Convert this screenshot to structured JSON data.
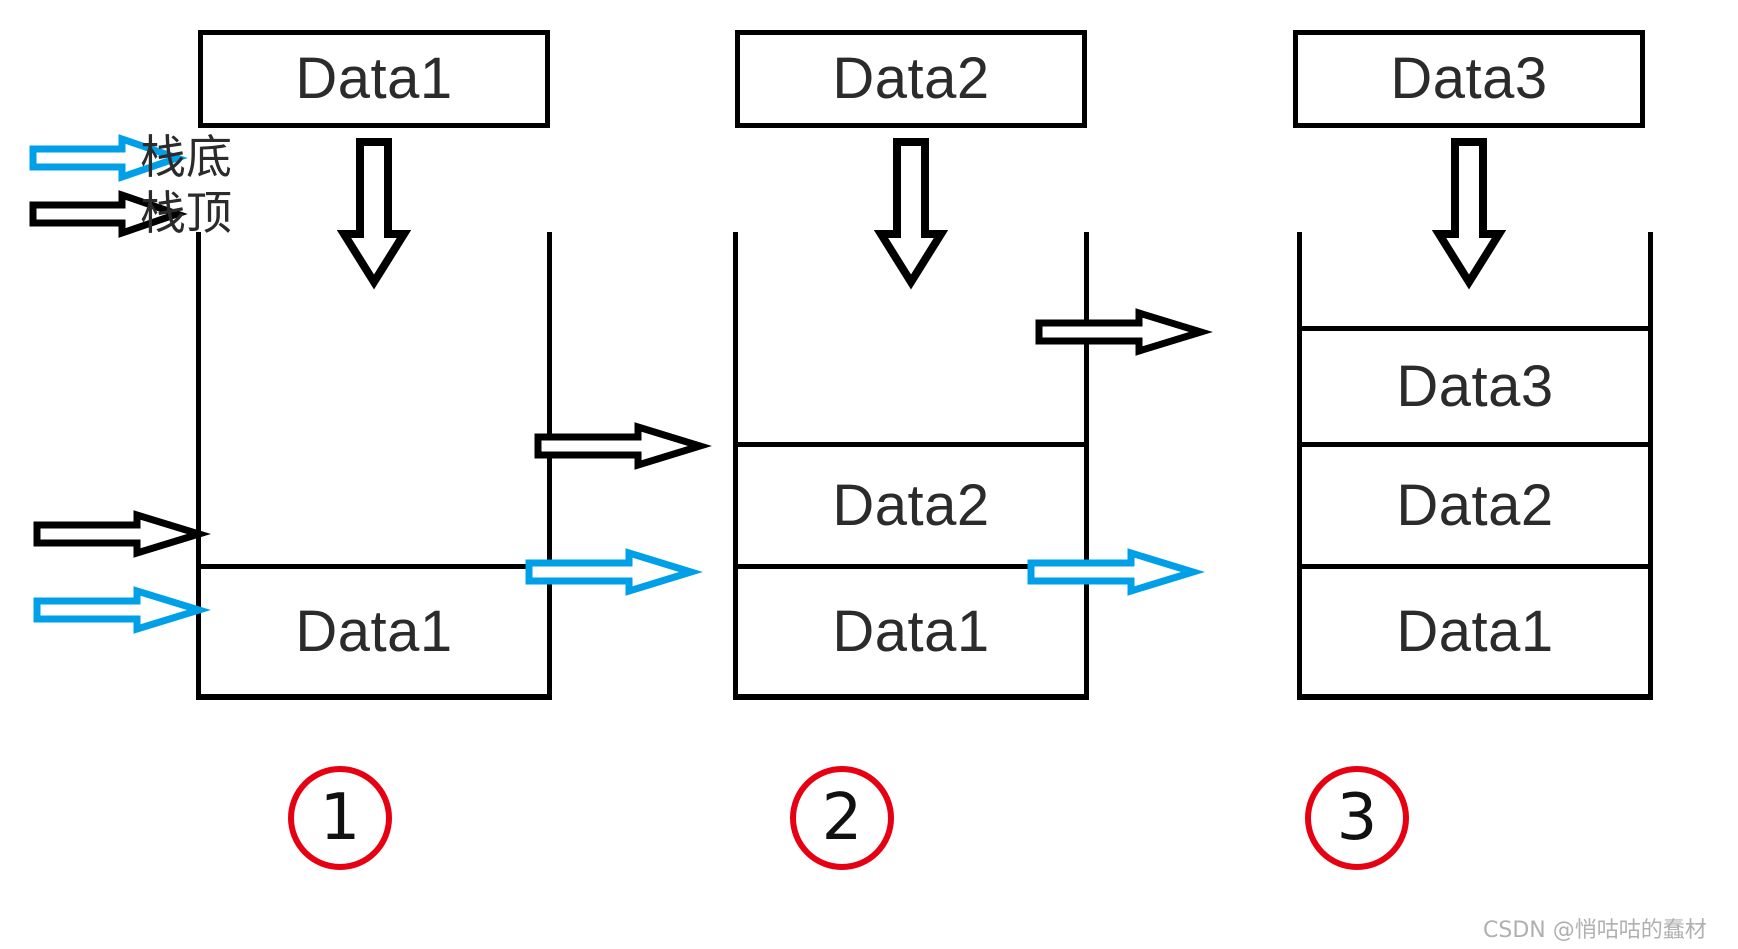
{
  "diagram": {
    "title": "Stack push operations",
    "colors": {
      "stroke": "#000000",
      "blue": "#00a0e9",
      "red": "#e60012",
      "text": "#2b2b2b",
      "watermark": "#b0b0b0"
    },
    "legend": [
      {
        "label": "栈底",
        "arrow_color": "#00a0e9",
        "meaning": "stack-bottom"
      },
      {
        "label": "栈顶",
        "arrow_color": "#000000",
        "meaning": "stack-top"
      }
    ],
    "columns": [
      {
        "step": "1",
        "incoming_label": "Data1",
        "push_arrow": "down-hollow-arrow",
        "stack_cells": [
          "Data1"
        ],
        "top_pointer": {
          "label": "栈顶",
          "color": "#000000",
          "target": "Data1"
        },
        "bottom_pointer": {
          "label": "栈底",
          "color": "#00a0e9",
          "target": "stack-base"
        }
      },
      {
        "step": "2",
        "incoming_label": "Data2",
        "push_arrow": "down-hollow-arrow",
        "stack_cells": [
          "Data2",
          "Data1"
        ],
        "top_pointer": {
          "label": "栈顶",
          "color": "#000000",
          "target": "Data2"
        },
        "bottom_pointer": {
          "label": "栈底",
          "color": "#00a0e9",
          "target": "Data1"
        }
      },
      {
        "step": "3",
        "incoming_label": "Data3",
        "push_arrow": "down-hollow-arrow",
        "stack_cells": [
          "Data3",
          "Data2",
          "Data1"
        ],
        "top_pointer": {
          "label": "栈顶",
          "color": "#000000",
          "target": "Data3"
        },
        "bottom_pointer": {
          "label": "栈底",
          "color": "#00a0e9",
          "target": "Data1"
        }
      }
    ],
    "watermark": "CSDN @悄咕咕的蠢材"
  }
}
